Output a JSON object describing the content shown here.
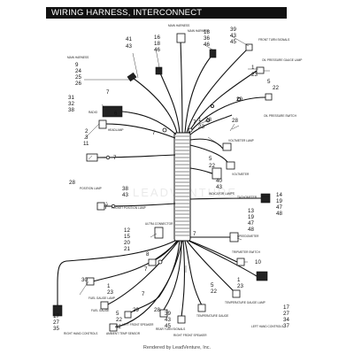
{
  "header": {
    "title": "WIRING HARNESS, INTERCONNECT"
  },
  "footer": {
    "text": "Rendered by LeadVenture, Inc."
  },
  "watermark": {
    "text": "LEADVENTURE"
  },
  "callouts": {
    "c41_43": [
      "41",
      "43"
    ],
    "c16_18_46": [
      "16",
      "18",
      "46"
    ],
    "c18_36_46": [
      "18",
      "36",
      "46"
    ],
    "c39_43_45": [
      "39",
      "43",
      "45"
    ],
    "c9_24_25_26": [
      "9",
      "24",
      "25",
      "26"
    ],
    "c1_23_tr": [
      "1",
      "23"
    ],
    "c5_22_tr": [
      "5",
      "22"
    ],
    "c31_32_38": [
      "31",
      "32",
      "38"
    ],
    "c7_a": "7",
    "c6": "6",
    "c29": "29",
    "c28_b": "28",
    "c2_3_11": [
      "2",
      "3",
      "11"
    ],
    "c7_b": "7",
    "c1_23_mid": [
      "1",
      "23"
    ],
    "c7_c": "7",
    "c5_22_mid": [
      "5",
      "22"
    ],
    "c7_d": "7",
    "c28_a": "28",
    "c38_43": [
      "38",
      "43"
    ],
    "c40_43": [
      "40",
      "43"
    ],
    "c7_e": "7",
    "c14_19_47_48": [
      "14",
      "19",
      "47",
      "48"
    ],
    "c12_15_20_21": [
      "12",
      "15",
      "20",
      "21"
    ],
    "c13_19_47_48": [
      "13",
      "19",
      "47",
      "48"
    ],
    "c7_f": "7",
    "c8": "8",
    "c7_g": "7",
    "c10": "10",
    "c30": "30",
    "c1_23_bl": [
      "1",
      "23"
    ],
    "c7_h": "7",
    "c5_22_bl": [
      "5",
      "22"
    ],
    "c42": "42",
    "c29_28_bot": [
      "29",
      "28"
    ],
    "c39_43_45_bot": [
      "39",
      "43",
      "45"
    ],
    "c5_22_br": [
      "5",
      "22"
    ],
    "c1_23_br": [
      "1",
      "23"
    ],
    "c17_27_35": [
      "17",
      "27",
      "35"
    ],
    "c17_27_34_37": [
      "17",
      "27",
      "34",
      "37"
    ],
    "c28_c": "28"
  },
  "labels": {
    "main_harness_top": "MAIN HARNESS",
    "main_harness_right": "MAIN HARNESS",
    "front_turn_signals": "FRONT TURN SIGNALS",
    "oil_pressure_gauge_lamp": "OIL PRESSURE GAUGE LAMP",
    "main_harness_left": "MAIN HARNESS",
    "oil_pressure_switch": "OIL PRESSURE SWITCH",
    "voltmeter_lamp": "VOLTMETER LAMP",
    "voltmeter": "VOLTMETER",
    "radio": "RADIO",
    "headlamp": "HEADLAMP",
    "position_lamp": "POSITION LAMP",
    "indicator_lamps": "INDICATOR LAMPS",
    "tachometer": "TACHOMETER",
    "pocket_position_lamp": "POCKET POSITION LAMP",
    "ultra_connector": "ULTRA CONNECTOR",
    "speedometer": "SPEEDOMETER",
    "tripmeter_switch": "TRIPMETER SWITCH",
    "right_hand_controls": "RIGHT HAND CONTROLS",
    "fuel_gauge_lamp": "FUEL GAUGE LAMP",
    "fuel_gauge": "FUEL GAUGE",
    "ambient_temp_sensor": "AMBIENT TEMP SENSOR",
    "left_front_speaker": "LEFT FRONT SPEAKER",
    "rear_turn_signals": "REAR TURN SIGNALS",
    "right_front_speaker": "RIGHT FRONT SPEAKER",
    "temperature_gauge": "TEMPERATURE GAUGE",
    "temperature_gauge_lamp": "TEMPERATURE GAUGE LAMP",
    "left_hand_controls": "LEFT HAND CONTROLS"
  }
}
